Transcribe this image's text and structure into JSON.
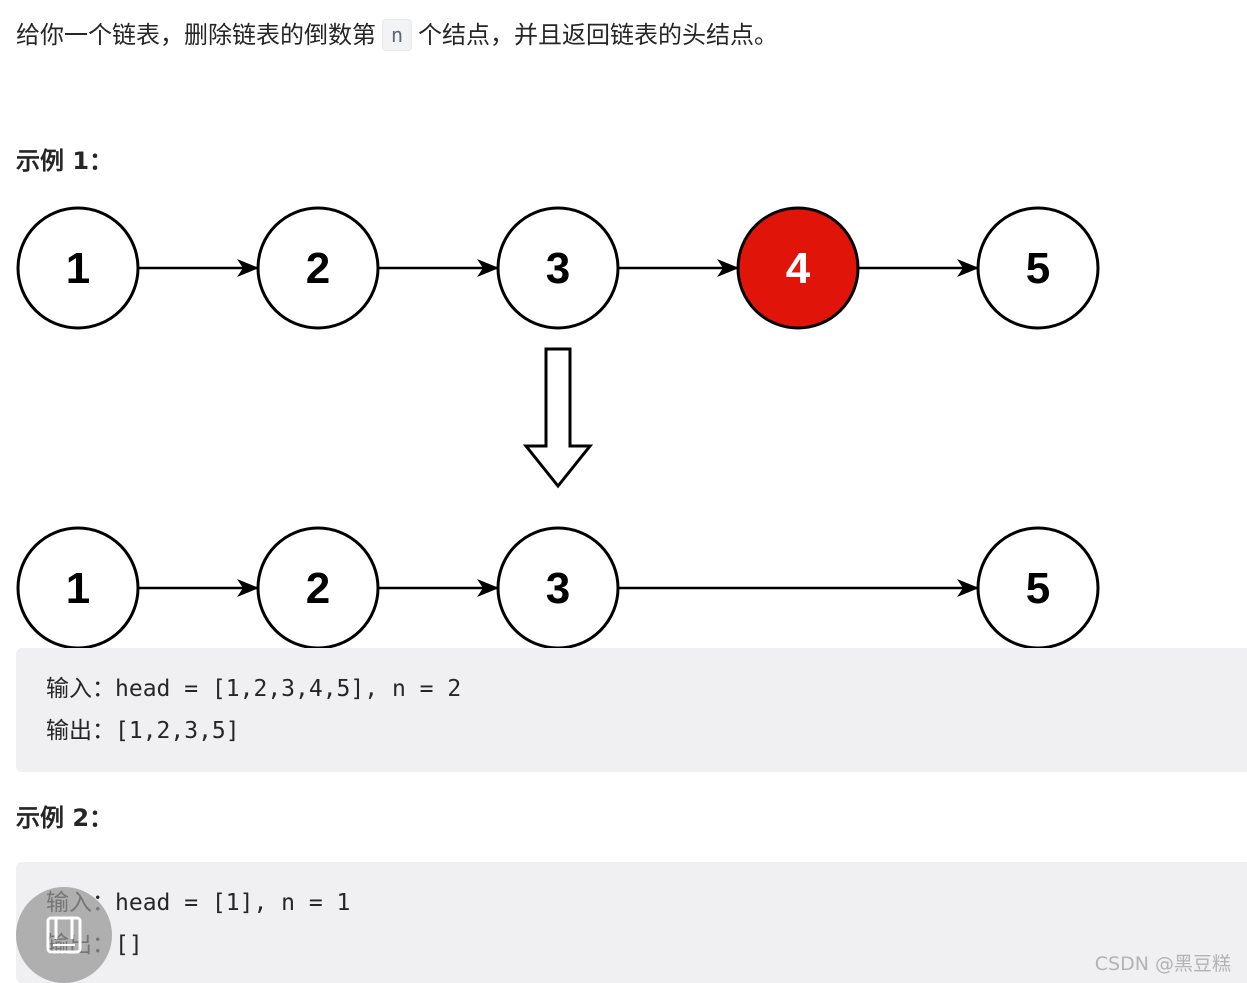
{
  "intro": {
    "before": "给你一个链表，删除链表的倒数第",
    "code": "n",
    "after": "个结点，并且返回链表的头结点。"
  },
  "example1": {
    "title": "示例 1：",
    "diagram": {
      "top_row": [
        "1",
        "2",
        "3",
        "4",
        "5"
      ],
      "removed_node": "4",
      "bottom_row": [
        "1",
        "2",
        "3",
        "5"
      ],
      "removed_color": "#e1140a"
    },
    "input_line": "输入：head = [1,2,3,4,5], n = 2",
    "output_line": "输出：[1,2,3,5]"
  },
  "example2": {
    "title": "示例 2：",
    "input_line": "输入：head = [1], n = 1",
    "output_line": "输出：[]"
  },
  "watermark": "CSDN @黑豆糕",
  "floating_button_icon": "notebook-icon"
}
